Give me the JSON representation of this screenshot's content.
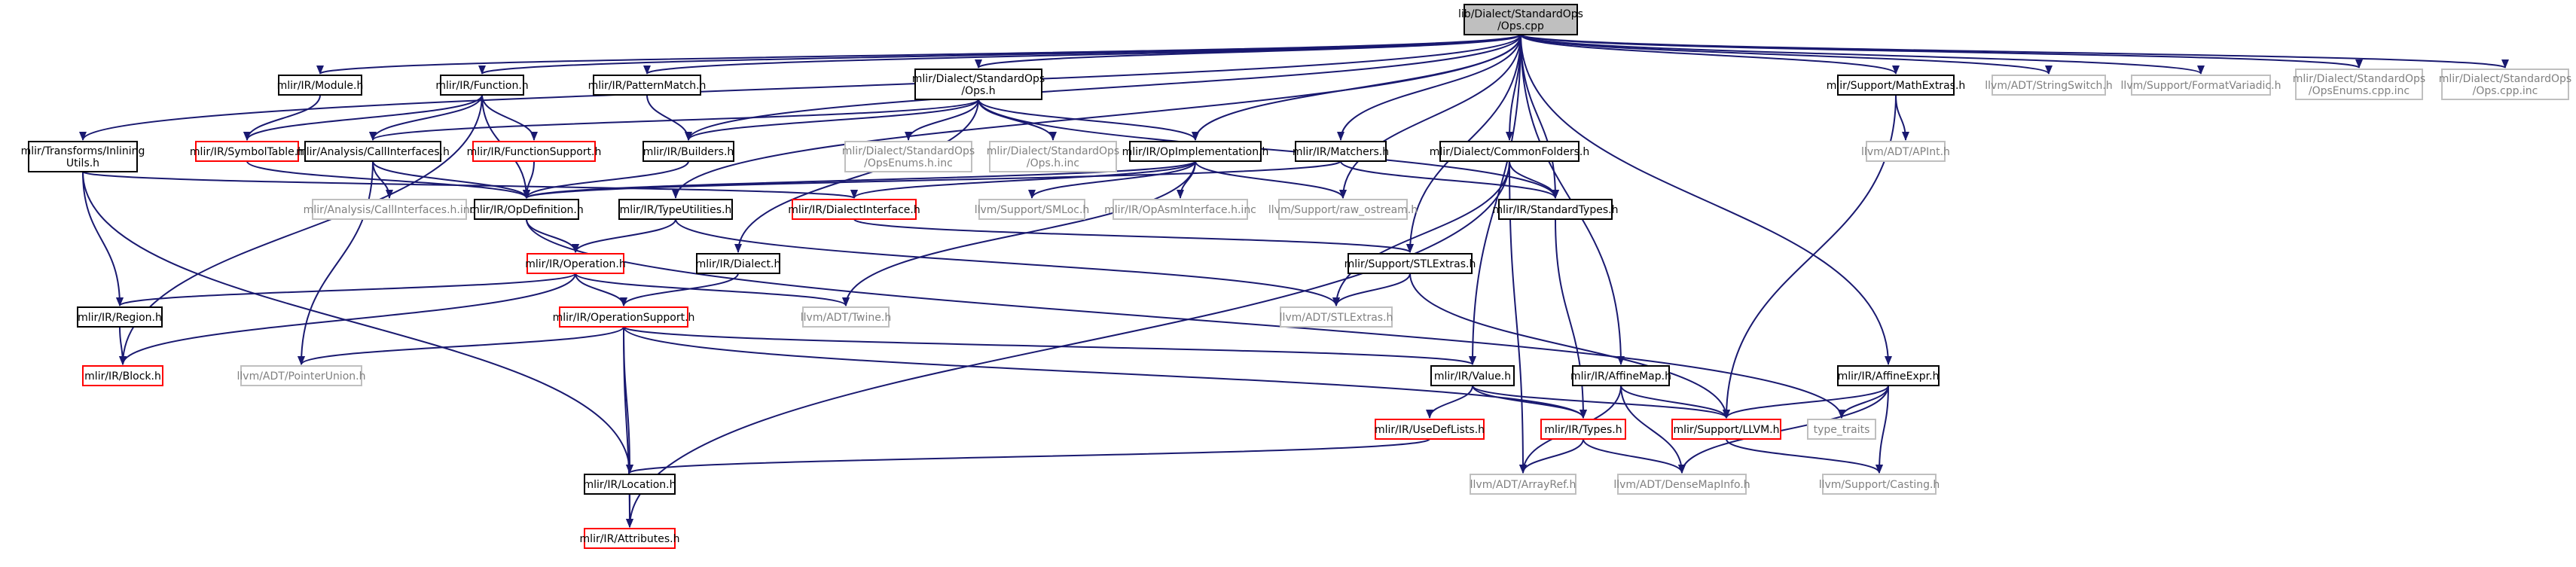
{
  "colors": {
    "root_fill": "#bfbfbf",
    "normal_border": "#000000",
    "truncated_border": "#ff0000",
    "external_border": "#bfbfbf",
    "text": "#000000",
    "external_text": "#808080",
    "edge": "#191970",
    "edge_alt": "#404040"
  },
  "nodes": [
    {
      "id": "ops_cpp",
      "kind": "root",
      "lines": [
        "lib/Dialect/StandardOps",
        "/Ops.cpp"
      ]
    },
    {
      "id": "module",
      "kind": "normal",
      "lines": [
        "mlir/IR/Module.h"
      ]
    },
    {
      "id": "function",
      "kind": "normal",
      "lines": [
        "mlir/IR/Function.h"
      ]
    },
    {
      "id": "patternmatch",
      "kind": "normal",
      "lines": [
        "mlir/IR/PatternMatch.h"
      ]
    },
    {
      "id": "std_ops_h",
      "kind": "normal",
      "lines": [
        "mlir/Dialect/StandardOps",
        "/Ops.h"
      ]
    },
    {
      "id": "mathextras",
      "kind": "normal",
      "lines": [
        "mlir/Support/MathExtras.h"
      ]
    },
    {
      "id": "stringswitch",
      "kind": "external",
      "lines": [
        "llvm/ADT/StringSwitch.h"
      ]
    },
    {
      "id": "formatvariadic",
      "kind": "external",
      "lines": [
        "llvm/Support/FormatVariadic.h"
      ]
    },
    {
      "id": "opsenums_cpp_inc",
      "kind": "external",
      "lines": [
        "mlir/Dialect/StandardOps",
        "/OpsEnums.cpp.inc"
      ]
    },
    {
      "id": "ops_cpp_inc",
      "kind": "external",
      "lines": [
        "mlir/Dialect/StandardOps",
        "/Ops.cpp.inc"
      ]
    },
    {
      "id": "inliningutils",
      "kind": "normal",
      "lines": [
        "mlir/Transforms/Inlining",
        "Utils.h"
      ]
    },
    {
      "id": "symboltable",
      "kind": "truncated",
      "lines": [
        "mlir/IR/SymbolTable.h"
      ]
    },
    {
      "id": "callinterfaces",
      "kind": "normal",
      "lines": [
        "mlir/Analysis/CallInterfaces.h"
      ]
    },
    {
      "id": "functionsupport",
      "kind": "truncated",
      "lines": [
        "mlir/IR/FunctionSupport.h"
      ]
    },
    {
      "id": "builders",
      "kind": "normal",
      "lines": [
        "mlir/IR/Builders.h"
      ]
    },
    {
      "id": "opsenums_h_inc",
      "kind": "external",
      "lines": [
        "mlir/Dialect/StandardOps",
        "/OpsEnums.h.inc"
      ]
    },
    {
      "id": "ops_h_inc",
      "kind": "external",
      "lines": [
        "mlir/Dialect/StandardOps",
        "/Ops.h.inc"
      ]
    },
    {
      "id": "opimplementation",
      "kind": "normal",
      "lines": [
        "mlir/IR/OpImplementation.h"
      ]
    },
    {
      "id": "matchers",
      "kind": "normal",
      "lines": [
        "mlir/IR/Matchers.h"
      ]
    },
    {
      "id": "commonfolders",
      "kind": "normal",
      "lines": [
        "mlir/Dialect/CommonFolders.h"
      ]
    },
    {
      "id": "apint",
      "kind": "external",
      "lines": [
        "llvm/ADT/APInt.h"
      ]
    },
    {
      "id": "callinterfaces_inc",
      "kind": "external",
      "lines": [
        "mlir/Analysis/CallInterfaces.h.inc"
      ]
    },
    {
      "id": "opdefinition",
      "kind": "normal",
      "lines": [
        "mlir/IR/OpDefinition.h"
      ]
    },
    {
      "id": "typeutilities",
      "kind": "normal",
      "lines": [
        "mlir/IR/TypeUtilities.h"
      ]
    },
    {
      "id": "dialectinterface",
      "kind": "truncated",
      "lines": [
        "mlir/IR/DialectInterface.h"
      ]
    },
    {
      "id": "smloc",
      "kind": "external",
      "lines": [
        "llvm/Support/SMLoc.h"
      ]
    },
    {
      "id": "opasminterface",
      "kind": "external",
      "lines": [
        "mlir/IR/OpAsmInterface.h.inc"
      ]
    },
    {
      "id": "raw_ostream",
      "kind": "external",
      "lines": [
        "llvm/Support/raw_ostream.h"
      ]
    },
    {
      "id": "standardtypes",
      "kind": "normal",
      "lines": [
        "mlir/IR/StandardTypes.h"
      ]
    },
    {
      "id": "operation",
      "kind": "truncated",
      "lines": [
        "mlir/IR/Operation.h"
      ]
    },
    {
      "id": "dialect",
      "kind": "normal",
      "lines": [
        "mlir/IR/Dialect.h"
      ]
    },
    {
      "id": "stlextras_support",
      "kind": "normal",
      "lines": [
        "mlir/Support/STLExtras.h"
      ]
    },
    {
      "id": "region",
      "kind": "normal",
      "lines": [
        "mlir/IR/Region.h"
      ]
    },
    {
      "id": "operationsupport",
      "kind": "truncated",
      "lines": [
        "mlir/IR/OperationSupport.h"
      ]
    },
    {
      "id": "twine",
      "kind": "external",
      "lines": [
        "llvm/ADT/Twine.h"
      ]
    },
    {
      "id": "stlextras_llvm",
      "kind": "external",
      "lines": [
        "llvm/ADT/STLExtras.h"
      ]
    },
    {
      "id": "block",
      "kind": "truncated",
      "lines": [
        "mlir/IR/Block.h"
      ]
    },
    {
      "id": "pointerunion",
      "kind": "external",
      "lines": [
        "llvm/ADT/PointerUnion.h"
      ]
    },
    {
      "id": "value",
      "kind": "normal",
      "lines": [
        "mlir/IR/Value.h"
      ]
    },
    {
      "id": "affinemap",
      "kind": "normal",
      "lines": [
        "mlir/IR/AffineMap.h"
      ]
    },
    {
      "id": "affineexpr",
      "kind": "normal",
      "lines": [
        "mlir/IR/AffineExpr.h"
      ]
    },
    {
      "id": "usedeflists",
      "kind": "truncated",
      "lines": [
        "mlir/IR/UseDefLists.h"
      ]
    },
    {
      "id": "types",
      "kind": "truncated",
      "lines": [
        "mlir/IR/Types.h"
      ]
    },
    {
      "id": "llvm_h",
      "kind": "truncated",
      "lines": [
        "mlir/Support/LLVM.h"
      ]
    },
    {
      "id": "type_traits",
      "kind": "external",
      "lines": [
        "type_traits"
      ]
    },
    {
      "id": "location",
      "kind": "normal",
      "lines": [
        "mlir/IR/Location.h"
      ]
    },
    {
      "id": "arrayref",
      "kind": "external",
      "lines": [
        "llvm/ADT/ArrayRef.h"
      ]
    },
    {
      "id": "densemapinfo",
      "kind": "external",
      "lines": [
        "llvm/ADT/DenseMapInfo.h"
      ]
    },
    {
      "id": "casting",
      "kind": "external",
      "lines": [
        "llvm/Support/Casting.h"
      ]
    },
    {
      "id": "attributes",
      "kind": "truncated",
      "lines": [
        "mlir/IR/Attributes.h"
      ]
    }
  ],
  "edges": [
    [
      "ops_cpp",
      "module"
    ],
    [
      "ops_cpp",
      "function"
    ],
    [
      "ops_cpp",
      "patternmatch"
    ],
    [
      "ops_cpp",
      "std_ops_h"
    ],
    [
      "ops_cpp",
      "mathextras"
    ],
    [
      "ops_cpp",
      "stringswitch"
    ],
    [
      "ops_cpp",
      "formatvariadic"
    ],
    [
      "ops_cpp",
      "opsenums_cpp_inc"
    ],
    [
      "ops_cpp",
      "ops_cpp_inc"
    ],
    [
      "ops_cpp",
      "inliningutils"
    ],
    [
      "ops_cpp",
      "builders"
    ],
    [
      "ops_cpp",
      "opimplementation"
    ],
    [
      "ops_cpp",
      "matchers"
    ],
    [
      "ops_cpp",
      "commonfolders"
    ],
    [
      "ops_cpp",
      "raw_ostream"
    ],
    [
      "ops_cpp",
      "standardtypes"
    ],
    [
      "ops_cpp",
      "typeutilities"
    ],
    [
      "ops_cpp",
      "stlextras_support"
    ],
    [
      "ops_cpp",
      "value"
    ],
    [
      "ops_cpp",
      "affinemap"
    ],
    [
      "ops_cpp",
      "affineexpr"
    ],
    [
      "module",
      "symboltable"
    ],
    [
      "function",
      "symboltable"
    ],
    [
      "function",
      "callinterfaces"
    ],
    [
      "function",
      "functionsupport"
    ],
    [
      "function",
      "opdefinition"
    ],
    [
      "function",
      "block"
    ],
    [
      "patternmatch",
      "builders"
    ],
    [
      "std_ops_h",
      "callinterfaces"
    ],
    [
      "std_ops_h",
      "builders"
    ],
    [
      "std_ops_h",
      "opsenums_h_inc"
    ],
    [
      "std_ops_h",
      "ops_h_inc"
    ],
    [
      "std_ops_h",
      "opimplementation"
    ],
    [
      "std_ops_h",
      "standardtypes"
    ],
    [
      "std_ops_h",
      "dialect"
    ],
    [
      "mathextras",
      "apint"
    ],
    [
      "mathextras",
      "llvm_h"
    ],
    [
      "inliningutils",
      "dialectinterface"
    ],
    [
      "inliningutils",
      "region"
    ],
    [
      "inliningutils",
      "location"
    ],
    [
      "symboltable",
      "opdefinition"
    ],
    [
      "callinterfaces",
      "opdefinition"
    ],
    [
      "callinterfaces",
      "callinterfaces_inc"
    ],
    [
      "callinterfaces",
      "pointerunion"
    ],
    [
      "functionsupport",
      "opdefinition"
    ],
    [
      "builders",
      "opdefinition"
    ],
    [
      "opimplementation",
      "opdefinition"
    ],
    [
      "opimplementation",
      "dialectinterface"
    ],
    [
      "opimplementation",
      "smloc"
    ],
    [
      "opimplementation",
      "opasminterface"
    ],
    [
      "opimplementation",
      "raw_ostream"
    ],
    [
      "opimplementation",
      "twine"
    ],
    [
      "matchers",
      "opdefinition"
    ],
    [
      "matchers",
      "standardtypes"
    ],
    [
      "commonfolders",
      "standardtypes"
    ],
    [
      "commonfolders",
      "stlextras_llvm"
    ],
    [
      "commonfolders",
      "arrayref"
    ],
    [
      "commonfolders",
      "attributes"
    ],
    [
      "opdefinition",
      "operation"
    ],
    [
      "opdefinition",
      "type_traits"
    ],
    [
      "typeutilities",
      "operation"
    ],
    [
      "typeutilities",
      "stlextras_llvm"
    ],
    [
      "dialectinterface",
      "stlextras_support"
    ],
    [
      "standardtypes",
      "types"
    ],
    [
      "operation",
      "region"
    ],
    [
      "operation",
      "operationsupport"
    ],
    [
      "operation",
      "block"
    ],
    [
      "operation",
      "twine"
    ],
    [
      "dialect",
      "operationsupport"
    ],
    [
      "stlextras_support",
      "stlextras_llvm"
    ],
    [
      "stlextras_support",
      "llvm_h"
    ],
    [
      "region",
      "block"
    ],
    [
      "operationsupport",
      "pointerunion"
    ],
    [
      "operationsupport",
      "value"
    ],
    [
      "operationsupport",
      "types"
    ],
    [
      "operationsupport",
      "location"
    ],
    [
      "operationsupport",
      "attributes"
    ],
    [
      "value",
      "usedeflists"
    ],
    [
      "value",
      "types"
    ],
    [
      "value",
      "llvm_h"
    ],
    [
      "affinemap",
      "llvm_h"
    ],
    [
      "affinemap",
      "arrayref"
    ],
    [
      "affinemap",
      "densemapinfo"
    ],
    [
      "affineexpr",
      "llvm_h"
    ],
    [
      "affineexpr",
      "type_traits"
    ],
    [
      "affineexpr",
      "densemapinfo"
    ],
    [
      "affineexpr",
      "casting"
    ],
    [
      "usedeflists",
      "location"
    ],
    [
      "types",
      "arrayref"
    ],
    [
      "types",
      "densemapinfo"
    ],
    [
      "llvm_h",
      "casting"
    ],
    [
      "location",
      "attributes"
    ]
  ]
}
